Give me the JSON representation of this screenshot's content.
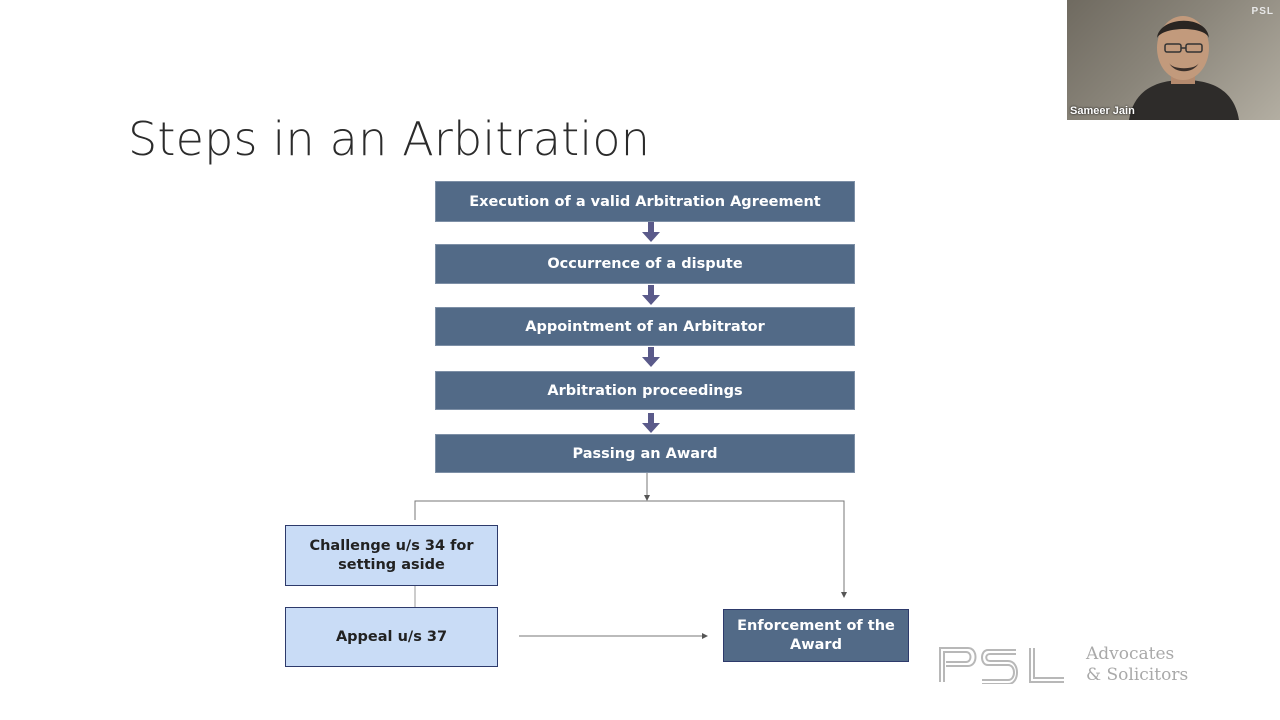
{
  "slide": {
    "title": "Steps in an Arbitration"
  },
  "flow": {
    "steps": [
      "Execution of a valid Arbitration Agreement",
      "Occurrence of a dispute",
      "Appointment of an Arbitrator",
      "Arbitration proceedings",
      "Passing an Award"
    ],
    "challenge": "Challenge u/s 34 for setting aside",
    "appeal": "Appeal u/s 37",
    "enforcement": "Enforcement of the Award"
  },
  "video": {
    "participant_name": "Sameer Jain",
    "logo_text": "PSL"
  },
  "branding": {
    "logo_line1": "Advocates",
    "logo_line2": "& Solicitors"
  },
  "colors": {
    "step_fill": "#526a87",
    "light_fill": "#c9dcf6",
    "arrow": "#5a5a8a"
  }
}
